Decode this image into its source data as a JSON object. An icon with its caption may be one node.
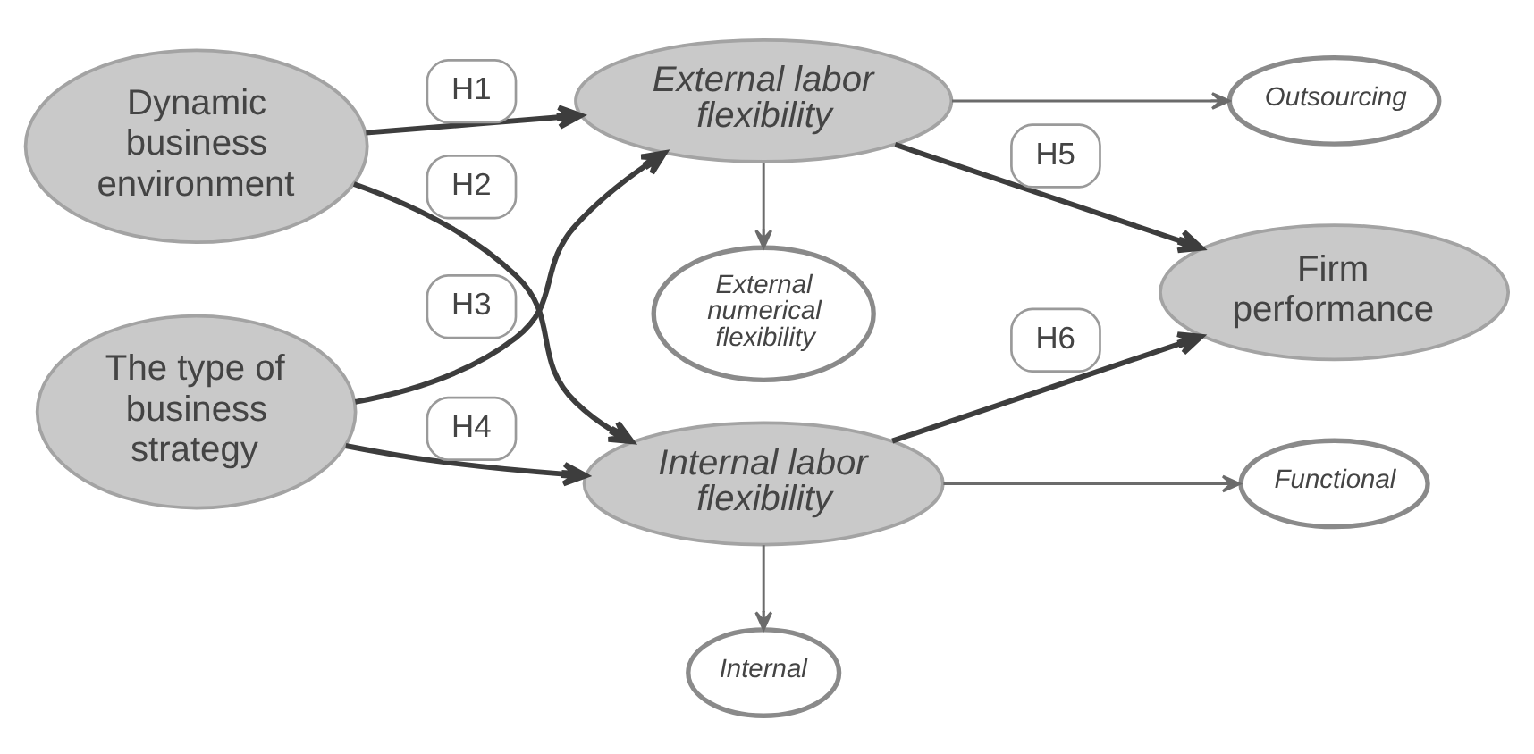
{
  "diagram": {
    "nodes": [
      {
        "text": [
          "External numerical flexibility"
        ]
      },
      {
        "text": [
          "Outsourcing"
        ]
      },
      {
        "text": [
          "Dynamic business environment"
        ]
      },
      {
        "text": [
          "External labor flexibility"
        ]
      },
      {
        "text": [
          "Firm performance"
        ]
      },
      {
        "text": [
          "The type of business strategy"
        ]
      },
      {
        "text": [
          "Internal labor flexibility"
        ]
      },
      {
        "text": [
          "Internal"
        ]
      },
      {
        "text": [
          "Functional"
        ]
      }
    ],
    "edges": [
      {
        "from": 3,
        "to": 0,
        "arrow": "to",
        "color": "#6b6b6b"
      },
      {
        "from": 3,
        "to": 1,
        "arrow": "to",
        "color": "#6b6b6b"
      },
      {
        "from": 2,
        "to": 3,
        "arrow": "to",
        "label": "H1"
      },
      {
        "from": 2,
        "to": 6,
        "arrow": "to",
        "label": "H2"
      },
      {
        "from": 5,
        "to": 3,
        "arrow": "to",
        "label": "H3"
      },
      {
        "from": 5,
        "to": 6,
        "arrow": "to",
        "label": "H4"
      },
      {
        "from": 3,
        "to": 4,
        "arrow": "to",
        "label": "H5"
      },
      {
        "from": 6,
        "to": 4,
        "arrow": "to",
        "label": "H6"
      },
      {
        "from": 6,
        "to": 7,
        "arrow": "to",
        "color": "#6b6b6b"
      },
      {
        "from": 6,
        "to": 8,
        "arrow": "to",
        "color": "#6b6b6b"
      }
    ]
  }
}
